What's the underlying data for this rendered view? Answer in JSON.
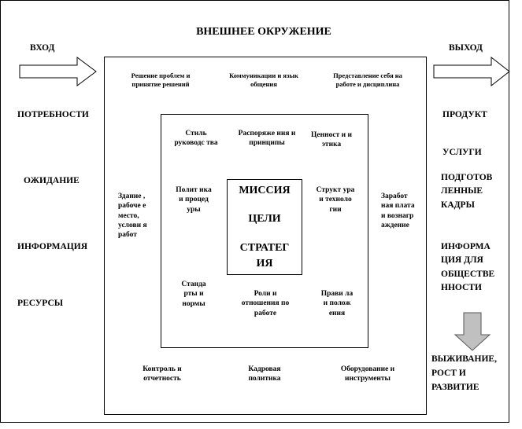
{
  "title": "ВНЕШНЕЕ ОКРУЖЕНИЕ",
  "input": {
    "label": "ВХОД",
    "items": [
      "ПОТРЕБНОСТИ",
      "ОЖИДАНИЕ",
      "ИНФОРМАЦИЯ",
      "РЕСУРСЫ"
    ]
  },
  "output": {
    "label": "ВЫХОД",
    "items": [
      "ПРОДУКТ",
      "УСЛУГИ",
      "ПОДГОТОВ ЛЕННЫЕ КАДРЫ",
      "ИНФОРМА ЦИЯ ДЛЯ ОБЩЕСТВЕ ННОСТИ"
    ],
    "result": "ВЫЖИВАНИЕ, РОСТ И РАЗВИТИЕ"
  },
  "outer_ring": {
    "top": [
      "Решение проблем и принятие решений",
      "Коммуникации и язык общения",
      "Представление себя на работе и дисциплина"
    ],
    "left": "Здание , рабоче е место, услови я работ",
    "right": "Заработ ная плата и вознагр аждение",
    "bottom": [
      "Контроль и отчетность",
      "Кадровая политика",
      "Оборудование и инструменты"
    ]
  },
  "inner_ring": {
    "top": [
      "Стиль руководс тва",
      "Распоряже ния и принципы",
      "Ценност и и этика"
    ],
    "left": [
      "Полит ика и процед уры",
      "Станда рты и нормы"
    ],
    "right": [
      "Структ ура и техноло гии",
      "Прави ла и полож ения"
    ],
    "bottom": "Роли и отношения по работе"
  },
  "core": [
    "МИССИЯ",
    "ЦЕЛИ",
    "СТРАТЕГ ИЯ"
  ]
}
